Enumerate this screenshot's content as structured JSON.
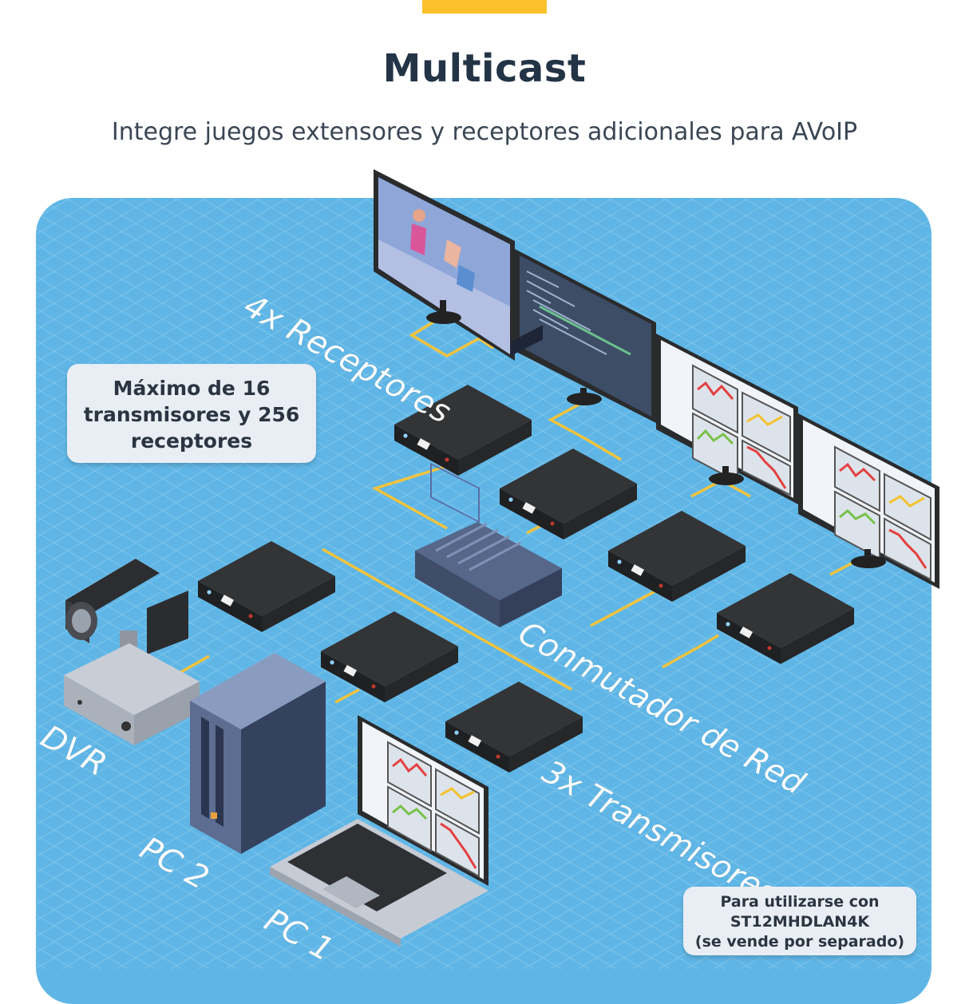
{
  "header": {
    "title": "Multicast",
    "subtitle": "Integre juegos extensores y receptores adicionales para AVoIP"
  },
  "labels": {
    "receivers": "4x Receptores",
    "switch": "Conmutador de Red",
    "transmitters": "3x Transmisores",
    "dvr": "DVR",
    "pc2": "PC 2",
    "pc1": "PC 1"
  },
  "callouts": {
    "max": [
      "Máximo de 16",
      "transmisores y 256",
      "receptores"
    ],
    "use": [
      "Para utilizarse con",
      "ST12MHDLAN4K",
      "(se vende por separado)"
    ]
  },
  "colors": {
    "accent": "#fdc12c",
    "panel": "#5fb6e6",
    "cable": "#f5c33b",
    "device": "#2e2f31",
    "title": "#243447"
  }
}
